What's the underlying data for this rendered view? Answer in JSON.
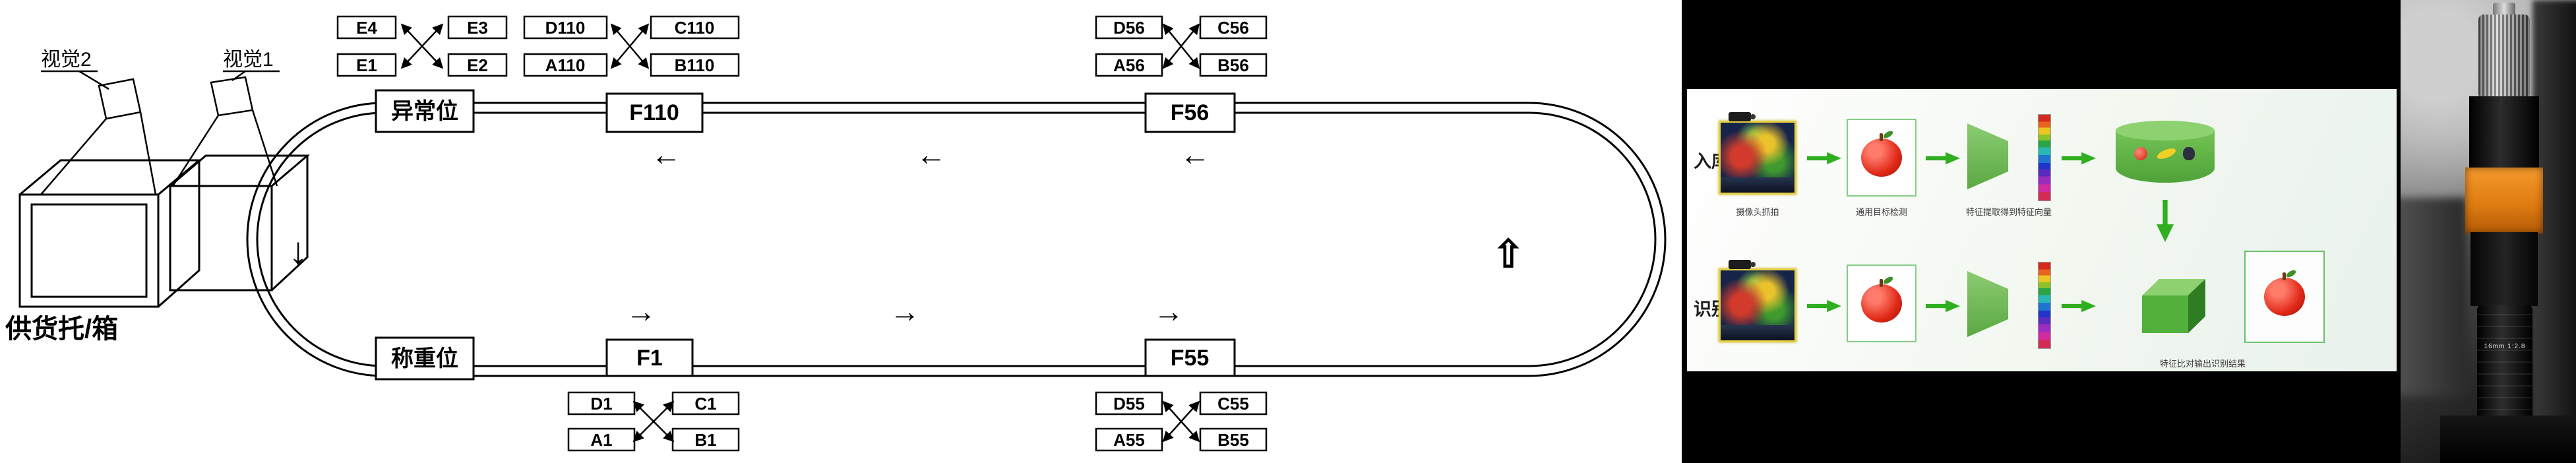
{
  "diagram": {
    "labels": {
      "vision2": "视觉2",
      "vision1": "视觉1",
      "supply": "供货托/箱",
      "abnormal": "异常位",
      "weigh": "称重位",
      "f110": "F110",
      "f56": "F56",
      "f1": "F1",
      "f55": "F55"
    },
    "cells": {
      "e4": "E4",
      "e3": "E3",
      "e1": "E1",
      "e2": "E2",
      "d110": "D110",
      "c110": "C110",
      "a110": "A110",
      "b110": "B110",
      "d56": "D56",
      "c56": "C56",
      "a56": "A56",
      "b56": "B56",
      "d1": "D1",
      "c1": "C1",
      "a1": "A1",
      "b1": "B1",
      "d55": "D55",
      "c55": "C55",
      "a55": "A55",
      "b55": "B55"
    },
    "icons": {
      "left_arrow": "←",
      "right_arrow": "→",
      "down_arrow": "↓",
      "up_arrow": "⇧"
    }
  },
  "slide": {
    "row1_label": "入库",
    "row2_label": "识别",
    "caption_capture": "摄像头抓拍",
    "caption_detection": "通用目标检测",
    "caption_feature": "特征提取得到特征向量",
    "caption_compare": "特征比对输出识别结果",
    "accent_green": "#2fae1f"
  },
  "photo": {
    "lens_text": "16mm 1:2.8",
    "accent_orange": "#e07c12"
  }
}
